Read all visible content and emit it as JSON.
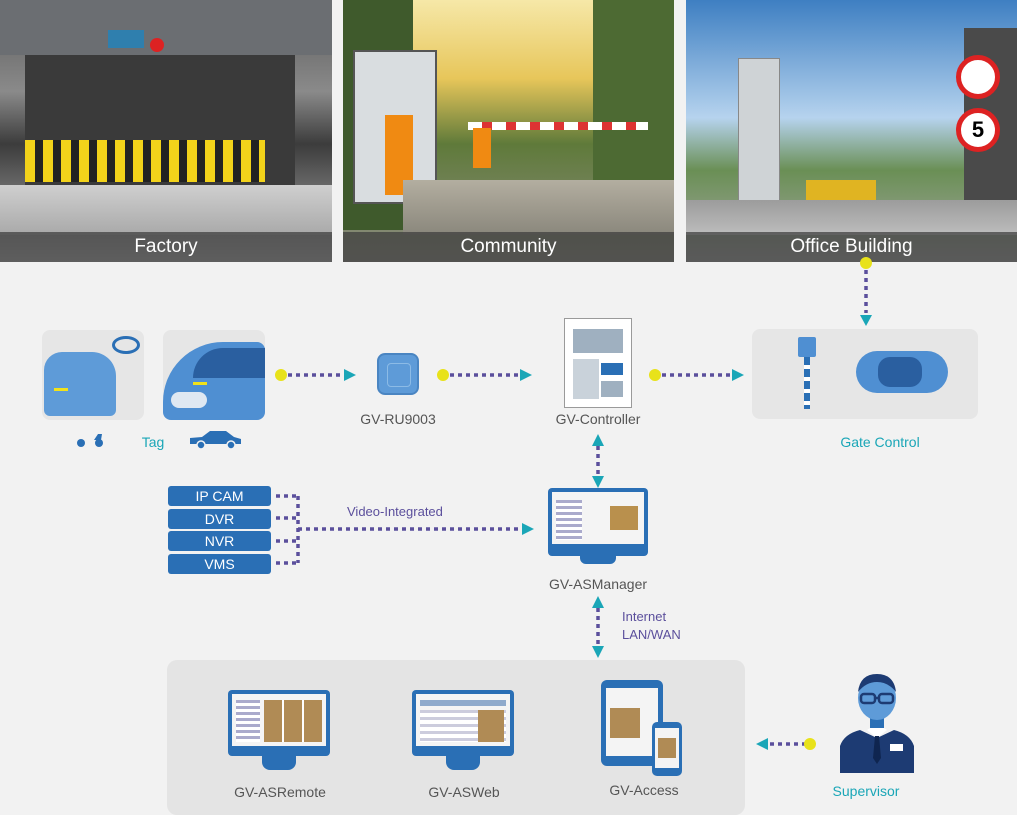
{
  "photos": [
    {
      "caption": "Factory"
    },
    {
      "caption": "Community"
    },
    {
      "caption": "Office Building"
    }
  ],
  "devices": {
    "tag": "Tag",
    "reader": "GV-RU9003",
    "controller": "GV-Controller",
    "gate": "Gate Control",
    "manager": "GV-ASManager",
    "remote": "GV-ASRemote",
    "web": "GV-ASWeb",
    "access": "GV-Access",
    "supervisor": "Supervisor"
  },
  "video_sources": [
    "IP CAM",
    "DVR",
    "NVR",
    "VMS"
  ],
  "links": {
    "video": "Video-Integrated",
    "internet": "Internet",
    "lanwan": "LAN/WAN"
  },
  "colors": {
    "teal": "#1aa6b7",
    "purple": "#5b4f9c",
    "dot": "#e8e21a",
    "blue": "#2a6fb5",
    "navy": "#1d3b73"
  }
}
